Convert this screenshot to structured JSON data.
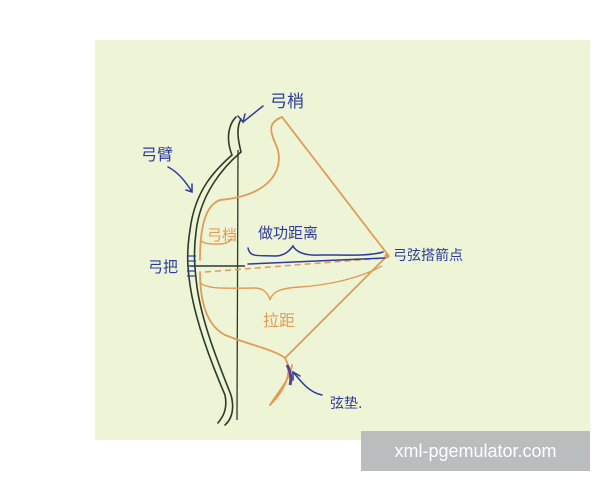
{
  "labels": {
    "bow_tip": "弓梢",
    "bow_arm": "弓臂",
    "bow_grip": "弓把",
    "bow_string_shoulder": "弓档",
    "work_distance": "做功距离",
    "nocking_point": "弓弦搭箭点",
    "draw_length": "拉距",
    "string_pad": "弦垫."
  },
  "watermark": "xml-pgemulator.com",
  "colors": {
    "paper": "#eef5d6",
    "bow_line": "#2b3a2a",
    "blue_ink": "#2d3b9c",
    "orange_ink": "#e39a55",
    "watermark_bg": "#b9bdbd"
  }
}
